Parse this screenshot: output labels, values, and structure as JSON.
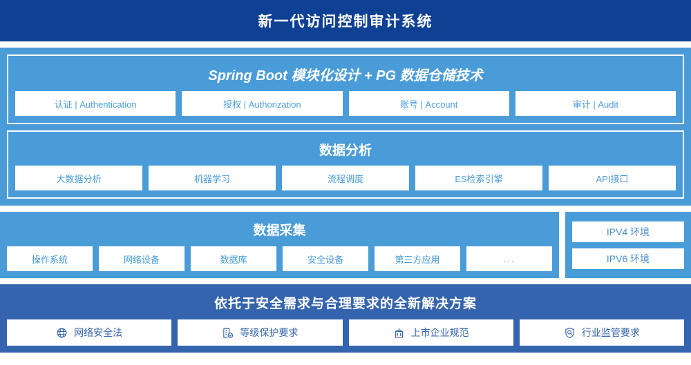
{
  "header": {
    "title": "新一代访问控制审计系统"
  },
  "colors": {
    "header_bg": "#0e4194",
    "panel_bg": "#4a9cd8",
    "bottom_bg": "#3464ad",
    "chip_bg": "#ffffff",
    "chip_text": "#4a9cd8",
    "bottom_chip_text": "#3464ad"
  },
  "platform_section": {
    "title": "Spring Boot 模块化设计 + PG 数据仓储技术",
    "items": [
      {
        "label": "认证 | Authentication"
      },
      {
        "label": "授权 | Authorization"
      },
      {
        "label": "账号 | Account"
      },
      {
        "label": "审计 | Audit"
      }
    ]
  },
  "analysis_section": {
    "title": "数据分析",
    "items": [
      {
        "label": "大数据分析"
      },
      {
        "label": "机器学习"
      },
      {
        "label": "流程调度"
      },
      {
        "label": "ES检索引擎"
      },
      {
        "label": "API接口"
      }
    ]
  },
  "collection_section": {
    "title": "数据采集",
    "items": [
      {
        "label": "操作系统"
      },
      {
        "label": "网络设备"
      },
      {
        "label": "数据库"
      },
      {
        "label": "安全设备"
      },
      {
        "label": "第三方应用"
      },
      {
        "label": "..."
      }
    ]
  },
  "environment_section": {
    "items": [
      {
        "label": "IPV4 环境"
      },
      {
        "label": "IPV6 环境"
      }
    ]
  },
  "compliance_section": {
    "title": "依托于安全需求与合理要求的全新解决方案",
    "items": [
      {
        "label": "网络安全法",
        "icon": "globe-icon"
      },
      {
        "label": "等级保护要求",
        "icon": "document-check-icon"
      },
      {
        "label": "上市企业规范",
        "icon": "bank-building-icon"
      },
      {
        "label": "行业监管要求",
        "icon": "shield-search-icon"
      }
    ]
  }
}
